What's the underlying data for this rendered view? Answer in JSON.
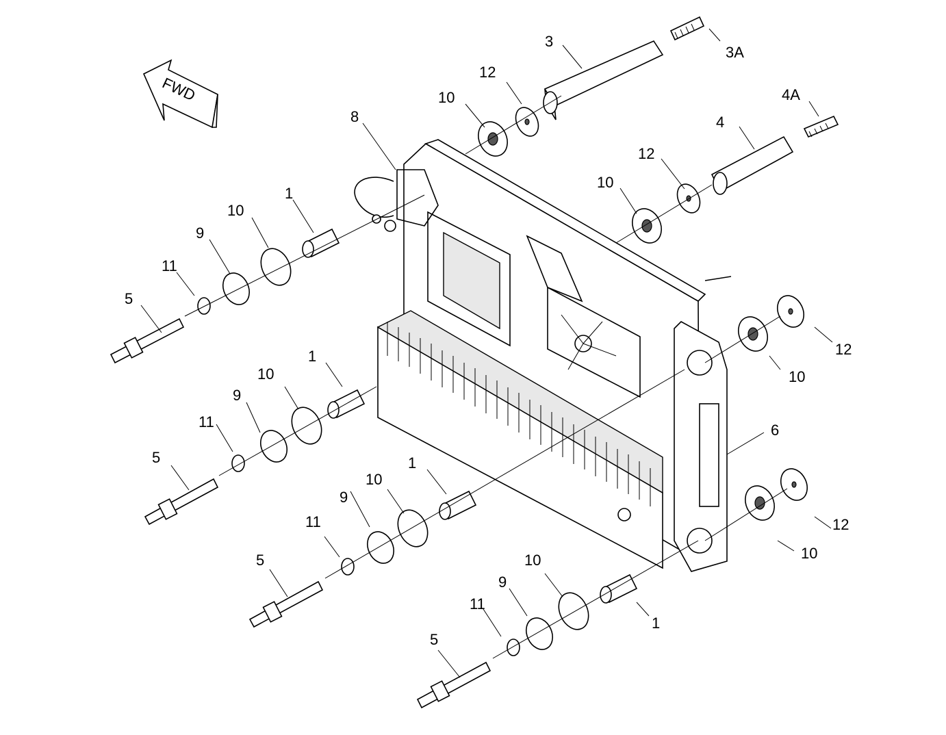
{
  "fwd_arrow": {
    "label": "FWD"
  },
  "callouts": [
    {
      "id": "c-3",
      "text": "3"
    },
    {
      "id": "c-3a",
      "text": "3A"
    },
    {
      "id": "c-12a",
      "text": "12"
    },
    {
      "id": "c-10a",
      "text": "10"
    },
    {
      "id": "c-4a",
      "text": "4A"
    },
    {
      "id": "c-4",
      "text": "4"
    },
    {
      "id": "c-8",
      "text": "8"
    },
    {
      "id": "c-12b",
      "text": "12"
    },
    {
      "id": "c-10b",
      "text": "10"
    },
    {
      "id": "c-1a",
      "text": "1"
    },
    {
      "id": "c-10c",
      "text": "10"
    },
    {
      "id": "c-9a",
      "text": "9"
    },
    {
      "id": "c-11a",
      "text": "11"
    },
    {
      "id": "c-5a",
      "text": "5"
    },
    {
      "id": "c-12c",
      "text": "12"
    },
    {
      "id": "c-10d",
      "text": "10"
    },
    {
      "id": "c-1b",
      "text": "1"
    },
    {
      "id": "c-10e",
      "text": "10"
    },
    {
      "id": "c-9b",
      "text": "9"
    },
    {
      "id": "c-11b",
      "text": "11"
    },
    {
      "id": "c-5b",
      "text": "5"
    },
    {
      "id": "c-6",
      "text": "6"
    },
    {
      "id": "c-1c",
      "text": "1"
    },
    {
      "id": "c-10f",
      "text": "10"
    },
    {
      "id": "c-9c",
      "text": "9"
    },
    {
      "id": "c-11c",
      "text": "11"
    },
    {
      "id": "c-5c",
      "text": "5"
    },
    {
      "id": "c-12d",
      "text": "12"
    },
    {
      "id": "c-10g",
      "text": "10"
    },
    {
      "id": "c-10h",
      "text": "10"
    },
    {
      "id": "c-9d",
      "text": "9"
    },
    {
      "id": "c-11d",
      "text": "11"
    },
    {
      "id": "c-1d",
      "text": "1"
    },
    {
      "id": "c-5d",
      "text": "5"
    }
  ]
}
